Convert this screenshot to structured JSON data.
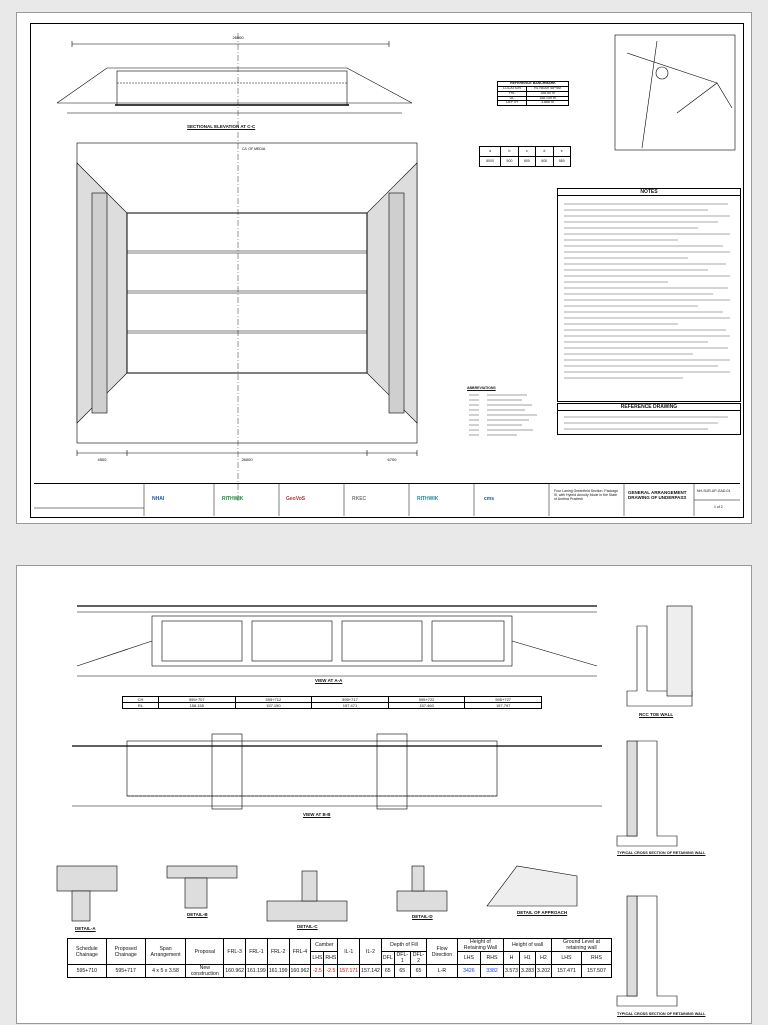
{
  "sheet1": {
    "section_title": "SECTIONAL ELEVATION AT C-C",
    "centre_label": "C/L OF MEDIA",
    "top_dim": "26000",
    "bottom_dims": [
      "4500",
      "26000",
      "6700"
    ],
    "level_table": {
      "title": "REFERENCE BANCHMARK",
      "rows": [
        [
          "LOCATION",
          "RL NEAR 48+5M"
        ],
        [
          "FRL",
          "158.55 m"
        ],
        [
          "GL",
          "158.149 m"
        ],
        [
          "DEPTH",
          "3.888 m"
        ]
      ]
    },
    "dim_table": {
      "headers": [
        "a",
        "b",
        "c",
        "d",
        "e"
      ],
      "values": [
        "6000",
        "500",
        "600",
        "600",
        "550"
      ]
    },
    "notes_title": "NOTES",
    "reference_title": "REFERENCE DRAWING",
    "legend_title": "ABBREVIATIONS",
    "title_block": {
      "drawing_title": "GENERAL ARRANGEMENT DRAWING OF UNDERPASS",
      "drawing_no": "NH-SUR-UP-GAD-01",
      "sheet": "1 of 2",
      "project_text": "Four Laning Greenfield Section, Package III, with Hybrid Annuity Mode in the State of Andhra Pradesh",
      "logos": [
        "NHAI",
        "RITHWIK",
        "GeoVoS",
        "RKEC",
        "RITHWIK",
        "cms"
      ]
    }
  },
  "sheet2": {
    "views": {
      "view_a": "VIEW AT A-A",
      "view_b": "VIEW AT B-B",
      "rcc_toe": "RCC TOE WALL",
      "typ_section_1": "TYPICAL CROSS SECTION OF RETAINING WALL",
      "typ_section_2": "TYPICAL CROSS SECTION OF RETAINING WALL",
      "detail_a": "DETAIL-A",
      "detail_b": "DETAIL-B",
      "detail_c": "DETAIL-C",
      "detail_d": "DETAIL-D",
      "detail_e": "DETAIL OF APPROACH"
    },
    "level_strip": {
      "rows": [
        [
          "CH",
          "595+707",
          "595+712",
          "595+717",
          "595+722",
          "595+727"
        ],
        [
          "RL",
          "158.155",
          "157.150",
          "157.471",
          "157.460",
          "157.797"
        ]
      ]
    },
    "schedule": {
      "header_row1": [
        "Schedule Chainage",
        "Proposed Chainage",
        "Span Arrangement",
        "Proposal",
        "FRL-3",
        "FRL-1",
        "FRL-2",
        "FRL-4",
        "Camber",
        "IL-1",
        "IL-2",
        "Depth of Fill",
        "Flow Direction",
        "Height of Retaining Wall",
        "Height of wall",
        "Ground Level at retaining wall"
      ],
      "header_row2": [
        "LHS",
        "RHS",
        "DFL",
        "DFL-1",
        "DFL-2",
        "LHS",
        "RHS",
        "H",
        "H1",
        "H2",
        "LHS",
        "RHS"
      ],
      "row": {
        "schedule_chainage": "595+710",
        "proposed_chainage": "595+717",
        "span": "4 x 5 x 3.58",
        "proposal": "New construction",
        "frl3": "160.962",
        "frl1": "161.199",
        "frl2": "161.199",
        "frl4": "160.962",
        "camber_lhs": "-2.5",
        "camber_rhs": "-2.5",
        "il1": "157.171",
        "il2": "157.142",
        "dfl": "65",
        "dfl1": "65",
        "dfl2": "65",
        "flow": "L-R",
        "rw_lhs": "3426",
        "rw_rhs": "3382",
        "h": "3.573",
        "h1": "3.283",
        "h2": "3.202",
        "gl_lhs": "157.471",
        "gl_rhs": "157.507"
      }
    }
  },
  "colors": {
    "red_value": "#d00000",
    "blue_value": "#1a3cff"
  }
}
